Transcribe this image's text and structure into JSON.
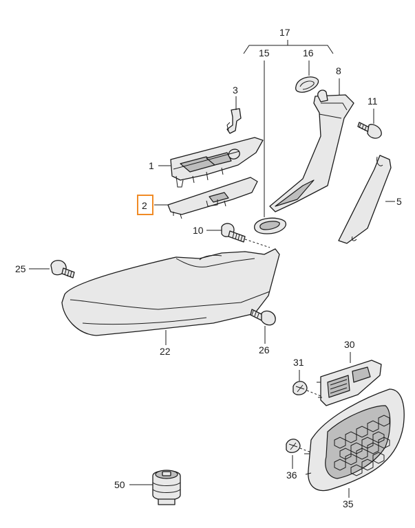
{
  "colors": {
    "line": "#1a1a1a",
    "part_fill": "#e8e8e8",
    "highlight": "#f08a24"
  },
  "callouts": {
    "c1": "1",
    "c2": "2",
    "c3": "3",
    "c5": "5",
    "c8": "8",
    "c10": "10",
    "c11": "11",
    "c15": "15",
    "c16": "16",
    "c17": "17",
    "c22": "22",
    "c25": "25",
    "c26": "26",
    "c30": "30",
    "c31": "31",
    "c35": "35",
    "c36": "36",
    "c50": "50"
  },
  "highlighted_callout": "2"
}
